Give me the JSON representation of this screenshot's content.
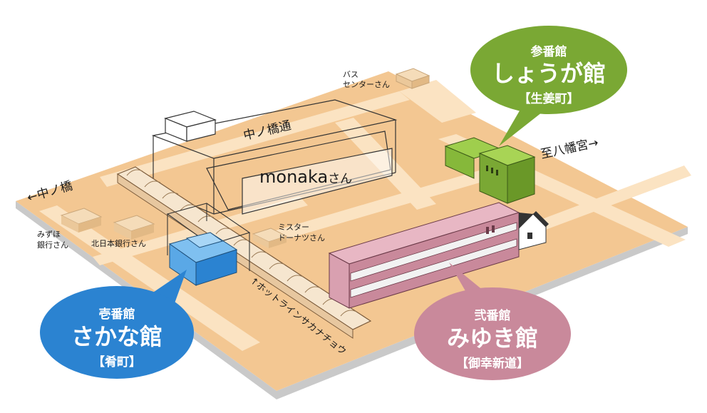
{
  "colors": {
    "ground": "#f3c792",
    "ground_edge": "#c9c9c9",
    "road": "#fbe3c2",
    "sakana": "#2b83d1",
    "shouga": "#7aa834",
    "miyuki": "#c9899b"
  },
  "streets": {
    "naka_no_hashi_dori": "中ノ橋通",
    "to_naka_no_hashi": "←中ノ橋",
    "to_hachimangu": "至八幡宮→",
    "hotto_line": "↑ホットラインサカナチョウ"
  },
  "landmarks": {
    "bus_line1": "バス",
    "bus_line2": "センターさん",
    "monaka_name": "monaka",
    "monaka_suffix": "さん",
    "mister_line1": "ミスター",
    "mister_line2": "ドーナツさん",
    "mizuho_line1": "みずほ",
    "mizuho_line2": "銀行さん",
    "hokunippon": "北日本銀行さん"
  },
  "buildings": {
    "sakana": {
      "number": "壱番館",
      "name": "さかな館",
      "town": "【肴町】"
    },
    "shouga": {
      "number": "参番館",
      "name": "しょうが館",
      "town": "【生姜町】"
    },
    "miyuki": {
      "number": "弐番館",
      "name": "みゆき館",
      "town": "【御幸新道】"
    }
  }
}
